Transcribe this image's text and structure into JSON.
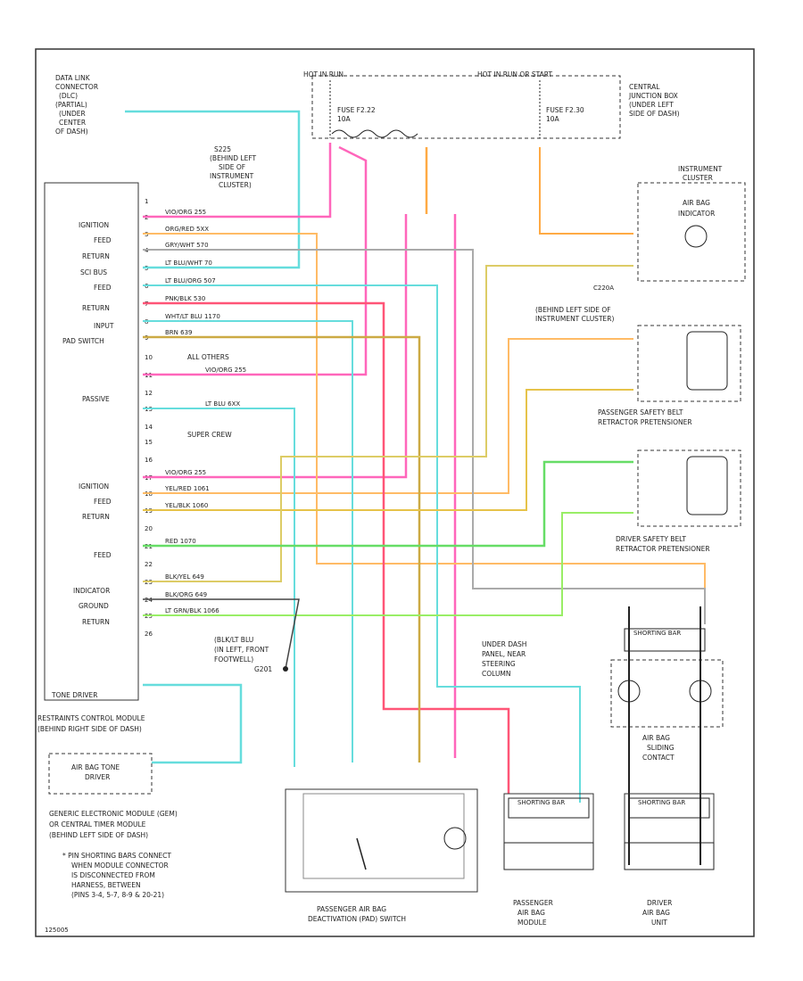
{
  "title_blocks": {
    "dlc": [
      "DATA LINK",
      "CONNECTOR",
      "(DLC)",
      "(PARTIAL)",
      "(UNDER",
      "CENTER",
      "OF DASH)"
    ],
    "s225": [
      "S225",
      "(BEHIND LEFT",
      "SIDE OF",
      "INSTRUMENT",
      "CLUSTER)"
    ],
    "central_junction": [
      "CENTRAL",
      "JUNCTION BOX",
      "(UNDER LEFT",
      "SIDE OF DASH)"
    ],
    "hot_run": "HOT IN RUN",
    "hot_run_start": "HOT IN RUN OR START",
    "fuse_22": [
      "FUSE F2.22",
      "10A"
    ],
    "fuse_30": [
      "FUSE F2.30",
      "10A"
    ],
    "indicator": [
      "INSTRUMENT",
      "CLUSTER"
    ],
    "airbag_indicator": [
      "AIR BAG",
      "INDICATOR"
    ],
    "c220a": "C220A",
    "behind_cluster": [
      "(BEHIND LEFT SIDE OF",
      "INSTRUMENT CLUSTER)"
    ],
    "all_others": "ALL OTHERS",
    "super_crew": "SUPER CREW",
    "passenger_belt": [
      "PASSENGER SAFETY BELT",
      "RETRACTOR PRETENSIONER"
    ],
    "driver_belt": [
      "DRIVER SAFETY BELT",
      "RETRACTOR PRETENSIONER"
    ],
    "rcm": [
      "RESTRAINTS CONTROL MODULE",
      "(BEHIND RIGHT SIDE OF DASH)"
    ],
    "tone_driver": "TONE DRIVER",
    "airbag_tone": [
      "AIR BAG TONE",
      "DRIVER"
    ],
    "gem": [
      "GENERIC ELECTRONIC MODULE (GEM)",
      "OR CENTRAL TIMER MODULE",
      "(BEHIND LEFT SIDE OF DASH)"
    ],
    "note": [
      "* PIN SHORTING BARS CONNECT",
      "WHEN MODULE CONNECTOR",
      "IS DISCONNECTED FROM",
      "HARNESS, BETWEEN",
      "(PINS 3-4, 5-7, 8-9 & 20-21)"
    ],
    "under_dash": [
      "UNDER DASH",
      "PANEL, NEAR",
      "STEERING",
      "COLUMN"
    ],
    "ground": [
      "(BLK/LT BLU",
      "(IN LEFT, FRONT",
      "FOOTWELL)",
      "G201"
    ],
    "pass_deact": [
      "PASSENGER AIR BAG",
      "DEACTIVATION (PAD) SWITCH"
    ],
    "pass_module": [
      "PASSENGER",
      "AIR BAG",
      "MODULE"
    ],
    "driver_module": [
      "DRIVER",
      "AIR BAG",
      "UNIT"
    ],
    "clockspring": [
      "AIR BAG",
      "SLIDING",
      "CONTACT"
    ],
    "shorting_bar": "SHORTING BAR",
    "footer": "125005"
  },
  "rcm_functions": [
    "IGNITION",
    "FEED",
    "RETURN",
    "SCI BUS",
    "FEED",
    "RETURN",
    "INPUT",
    "PAD SWITCH",
    "PASSIVE",
    "IGNITION",
    "FEED",
    "RETURN",
    "FEED",
    "INDICATOR",
    "GROUND",
    "RETURN"
  ],
  "wire_labels": [
    "VIO/ORG  255",
    "ORG/RED  5XX",
    "GRY/WHT  570",
    "LT BLU/WHT  70",
    "LT BLU/ORG  507",
    "PNK/BLK  530",
    "WHT/LT BLU  1170",
    "BRN  639",
    "VIO/ORG  255",
    "LT BLU  6XX",
    "VIO/ORG  255",
    "YEL/RED  1061",
    "YEL/BLK  1060",
    "RED  1070",
    "BLK/YEL  649",
    "BLK/ORG  649",
    "LT GRN/BLK  1066"
  ],
  "pin_labels": [
    "1",
    "2",
    "3",
    "4",
    "5",
    "6",
    "7",
    "8",
    "9",
    "10",
    "11",
    "12",
    "13",
    "14",
    "15",
    "16",
    "17",
    "18",
    "19",
    "20",
    "21",
    "22",
    "23",
    "24",
    "25",
    "26"
  ],
  "colors": {
    "pink": "#ff66bb",
    "orange": "#ffbb66",
    "cyan": "#55dddd",
    "red": "#ff5577",
    "yellow": "#e6c34a",
    "green": "#66dd66",
    "gray": "#999999",
    "black": "#222222"
  }
}
